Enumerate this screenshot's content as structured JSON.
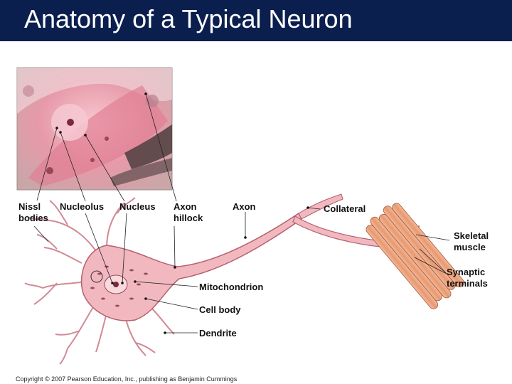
{
  "title": "Anatomy of a Typical Neuron",
  "labels": {
    "nissl_1": "Nissl",
    "nissl_2": "bodies",
    "nucleolus": "Nucleolus",
    "nucleus": "Nucleus",
    "axon_hillock_1": "Axon",
    "axon_hillock_2": "hillock",
    "axon": "Axon",
    "collateral": "Collateral",
    "skeletal_1": "Skeletal",
    "skeletal_2": "muscle",
    "synaptic_1": "Synaptic",
    "synaptic_2": "terminals",
    "mitochondrion": "Mitochondrion",
    "cell_body": "Cell body",
    "dendrite": "Dendrite"
  },
  "copyright": "Copyright © 2007 Pearson Education, Inc., publishing as Benjamin Cummings",
  "colors": {
    "title_bar": "#0b1f4e",
    "neuron_fill": "#f2b8c0",
    "neuron_stroke": "#b5606e",
    "muscle_fill": "#e9a587"
  }
}
